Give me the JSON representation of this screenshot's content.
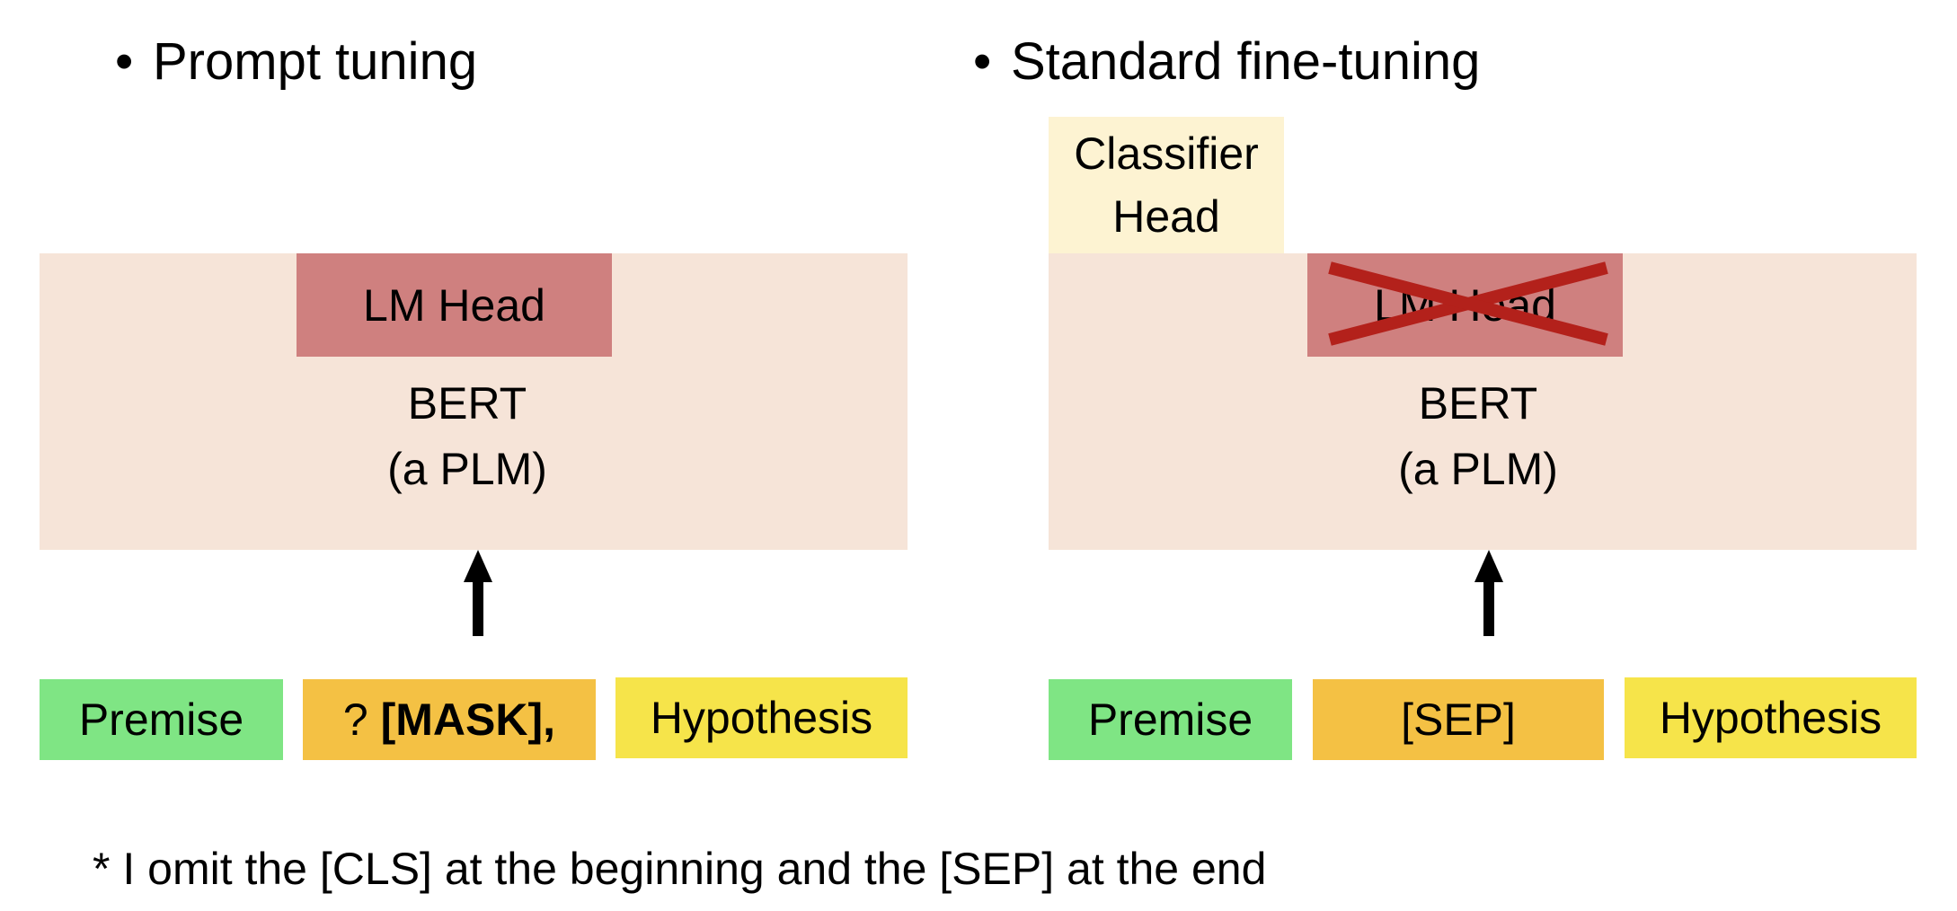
{
  "left_panel": {
    "heading": "Prompt tuning",
    "lm_head": "LM Head",
    "bert_line1": "BERT",
    "bert_line2": "(a PLM)",
    "tokens": {
      "premise": "Premise",
      "mask_prefix": "? ",
      "mask_token": "[MASK]",
      "mask_suffix": ",",
      "hypothesis": "Hypothesis"
    }
  },
  "right_panel": {
    "heading": "Standard fine-tuning",
    "classifier_line1": "Classifier",
    "classifier_line2": "Head",
    "lm_head": "LM Head",
    "bert_line1": "BERT",
    "bert_line2": "(a PLM)",
    "tokens": {
      "premise": "Premise",
      "sep": "[SEP]",
      "hypothesis": "Hypothesis"
    }
  },
  "footnote": "* I omit the [CLS] at the beginning and the [SEP] at the end",
  "colors": {
    "bert_box": "#f6e4d8",
    "lm_head": "#cf807f",
    "classifier_head": "#fdf3d2",
    "premise": "#7fe584",
    "mask_sep": "#f4c144",
    "hypothesis": "#f6e44a",
    "cross_out": "#b3211b"
  },
  "icons": [
    "bullet-dot",
    "up-arrow-icon",
    "cross-out-icon"
  ]
}
